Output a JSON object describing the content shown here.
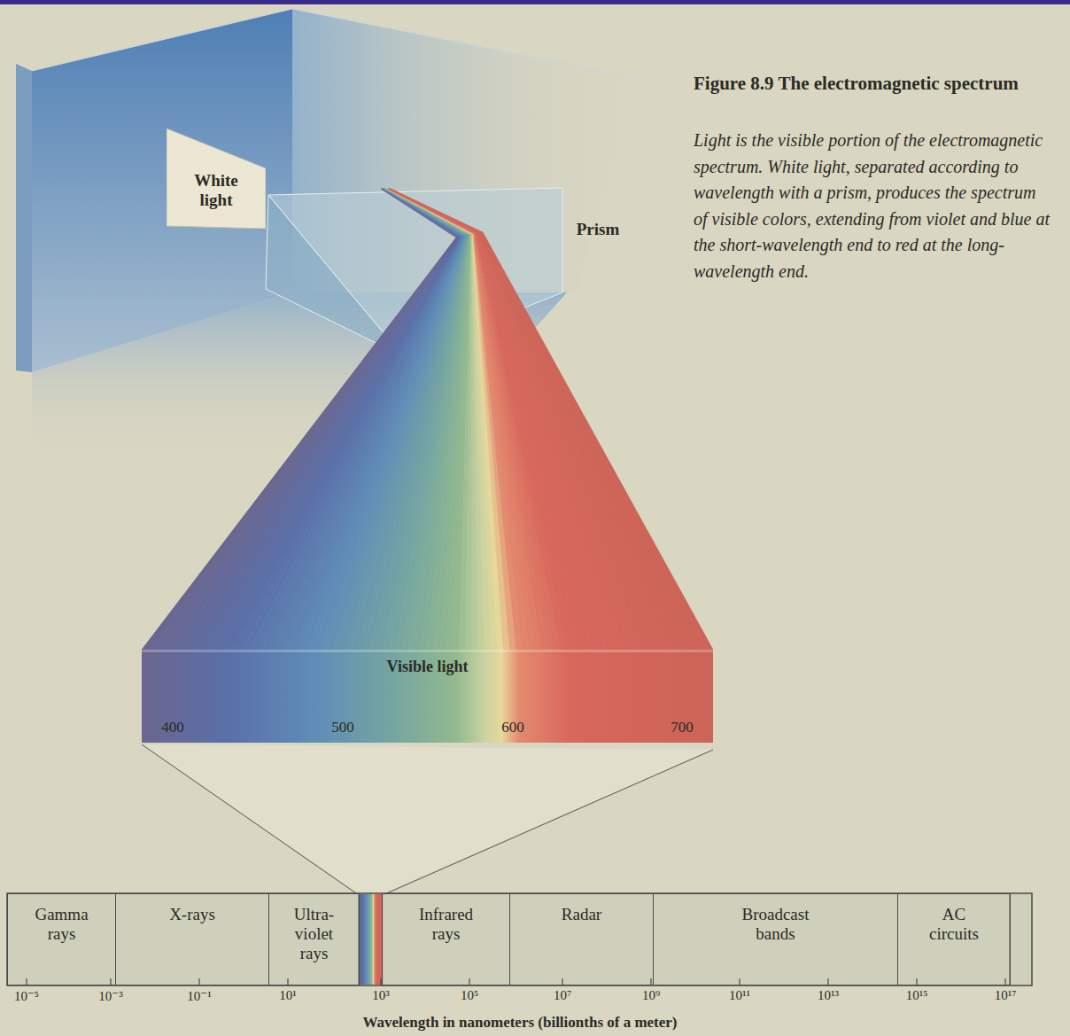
{
  "diagram": {
    "title": "Figure 8.9 The electromagnetic spectrum",
    "caption": "Light is the visible portion of the electromagnetic spectrum. White light, separated according to wavelength with a prism, produces the spectrum of visible colors, extending from violet and blue at the short-wavelength end to red at the long-wavelength end.",
    "nodes": [
      {
        "text": [
          "White light"
        ]
      },
      {
        "text": [
          "Visible light"
        ]
      },
      {
        "text": [
          "Gamma rays"
        ]
      },
      {
        "text": [
          "X-rays"
        ]
      },
      {
        "text": [
          "Ultra-violet rays"
        ]
      },
      {
        "text": [
          "Infrared rays"
        ]
      },
      {
        "text": [
          "Radar"
        ]
      },
      {
        "text": [
          "Broadcast bands"
        ]
      },
      {
        "text": [
          "AC circuits"
        ]
      }
    ],
    "labels": [
      "Prism",
      "400",
      "500",
      "600",
      "700",
      "10⁻⁵",
      "10⁻³",
      "10⁻¹",
      "10¹",
      "10³",
      "10⁵",
      "10⁷",
      "10⁹",
      "10¹¹",
      "10¹³",
      "10¹⁵",
      "10¹⁷",
      "Wavelength in nanometers (billionths of a meter)"
    ]
  }
}
